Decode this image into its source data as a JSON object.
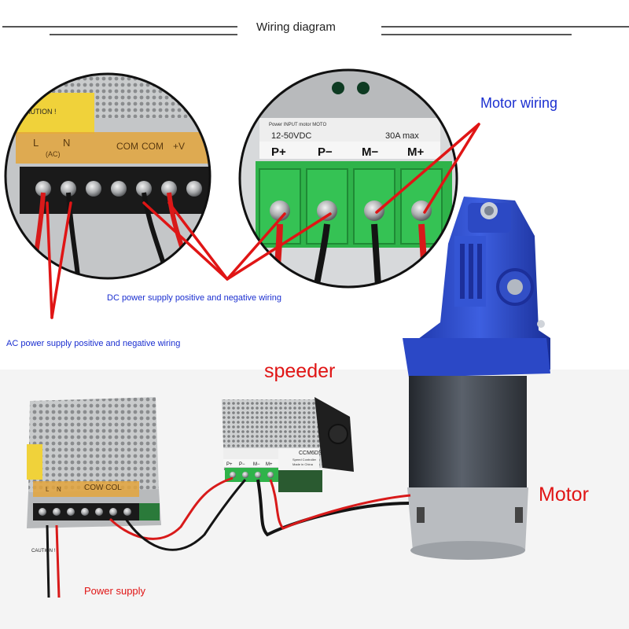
{
  "title": "Wiring diagram",
  "labels": {
    "motor_wiring": "Motor wiring",
    "dc_wiring": "DC power supply positive and negative wiring",
    "ac_wiring": "AC power supply positive and negative wiring",
    "speeder": "speeder",
    "motor": "Motor",
    "power_supply": "Power supply"
  },
  "psu_terminal_labels": {
    "caution": "CAUTION !",
    "l": "L",
    "n": "N",
    "ac": "(AC)",
    "com1": "COM",
    "com2": "COM",
    "v": "+V",
    "small_com": "COW COL",
    "small_caution": "CAUTION !"
  },
  "controller_labels": {
    "power_input": "Power INPUT motor MOTO",
    "voltage": "12-50VDC",
    "current": "30A max",
    "p_plus": "P+",
    "p_minus": "P−",
    "m_minus": "M−",
    "m_plus": "M+",
    "model": "CCM6DS",
    "model_sub": "Speed Controller",
    "made_in": "Made in China",
    "small_p_plus": "P+",
    "small_p_minus": "P−",
    "small_m_minus": "M−",
    "small_m_plus": "M+"
  },
  "colors": {
    "annotation_blue": "#1b2fd0",
    "annotation_red": "#e01515",
    "terminal_green": "#2fb34a",
    "motor_blue": "#2747c8",
    "motor_body": "#3b4048",
    "wire_red": "#d81a1a",
    "wire_black": "#141414"
  }
}
